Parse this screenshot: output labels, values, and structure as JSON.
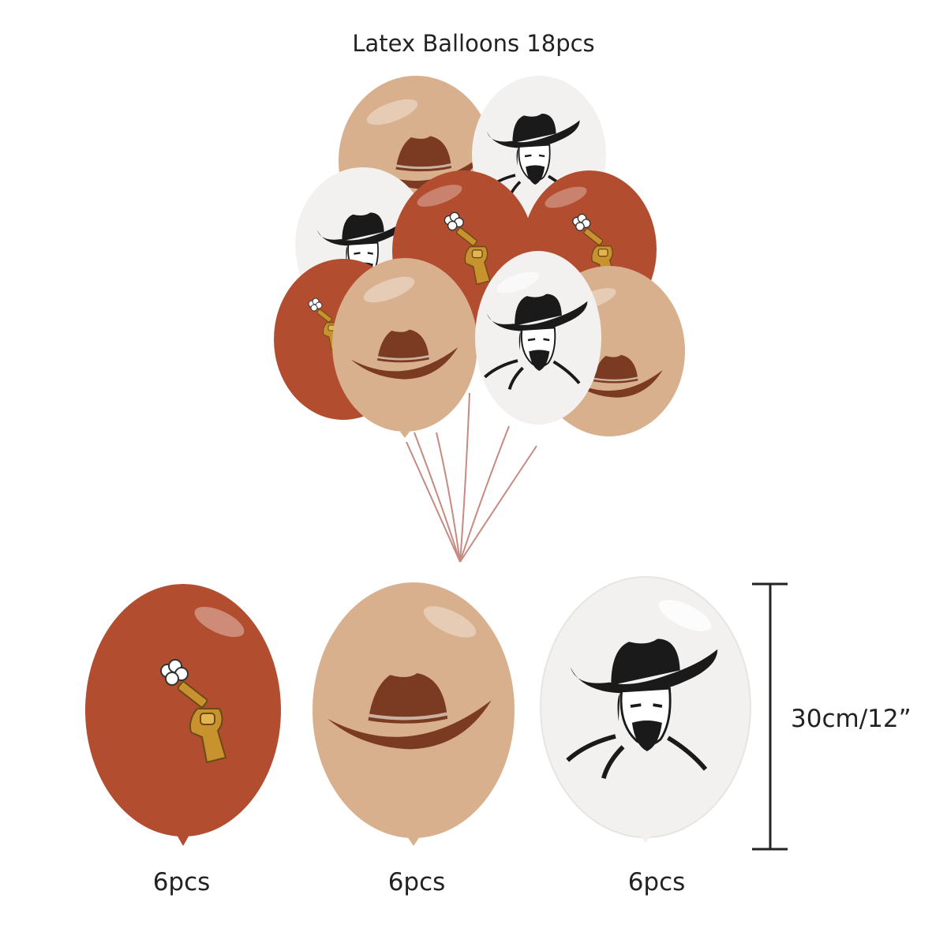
{
  "title": "Latex Balloons 18pcs",
  "size_label": "30cm/12”",
  "colors": {
    "rust": "#b24d30",
    "tan": "#d9b08e",
    "white": "#f2f1ef",
    "hat": "#7b3a22",
    "gun": "#c8922e",
    "ink": "#1a1a1a"
  },
  "variants": [
    {
      "id": "gun",
      "color": "rust",
      "icon": "revolver-icon",
      "count": "6pcs"
    },
    {
      "id": "hat",
      "color": "tan",
      "icon": "cowboy-hat-icon",
      "count": "6pcs"
    },
    {
      "id": "cowboy",
      "color": "white",
      "icon": "cowboy-portrait-icon",
      "count": "6pcs"
    }
  ]
}
